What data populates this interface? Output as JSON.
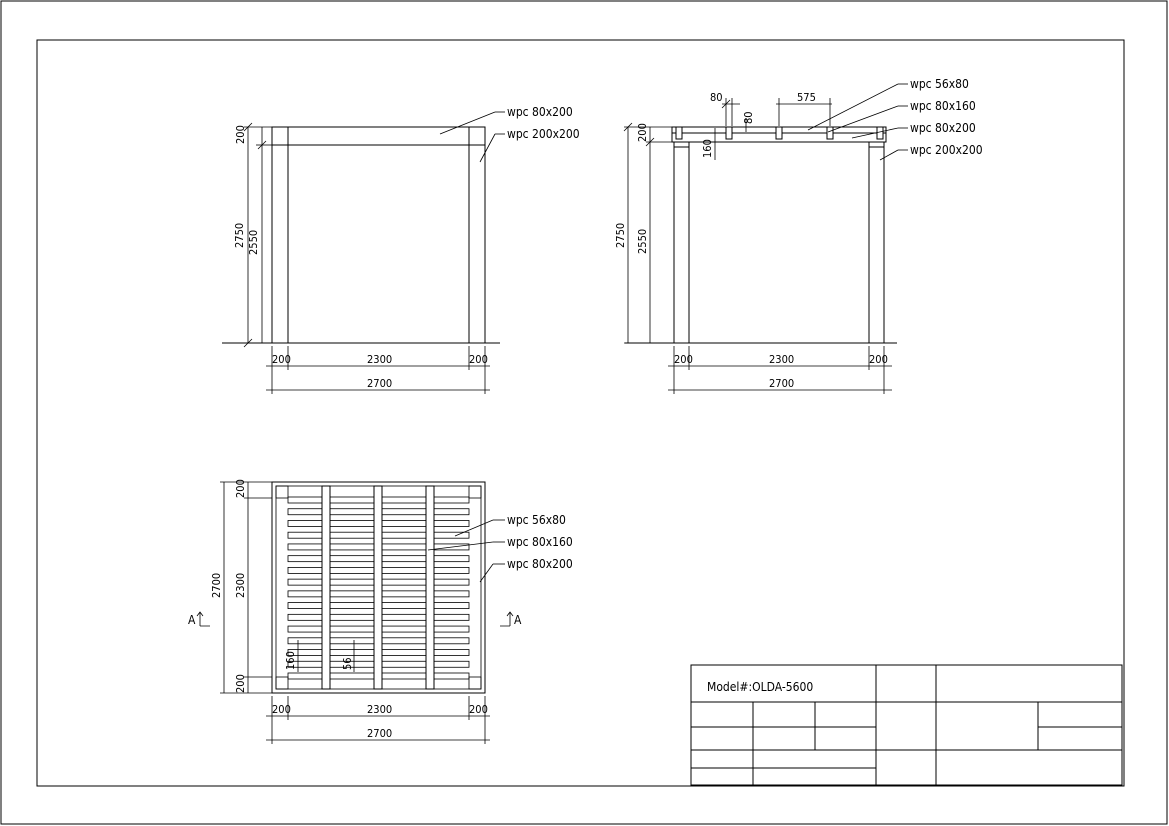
{
  "front_view": {
    "labels": [
      "wpc 80x200",
      "wpc 200x200"
    ],
    "dim_h": [
      "200",
      "2300",
      "200",
      "2700"
    ],
    "dim_v": [
      "200",
      "2750",
      "2550"
    ]
  },
  "side_view": {
    "labels": [
      "wpc 56x80",
      "wpc 80x160",
      "wpc 80x200",
      "wpc 200x200"
    ],
    "top_dims": [
      "80",
      "575",
      "80",
      "160"
    ],
    "dim_h": [
      "200",
      "2300",
      "200",
      "2700"
    ],
    "dim_v": [
      "200",
      "2750",
      "2550"
    ]
  },
  "plan_view": {
    "labels": [
      "wpc 56x80",
      "wpc 80x160",
      "wpc 80x200"
    ],
    "dim_h": [
      "200",
      "2300",
      "200",
      "2700"
    ],
    "dim_v": [
      "200",
      "2700",
      "2300",
      "200"
    ],
    "inner_dims": [
      "160",
      "56"
    ],
    "section_marks": [
      "A",
      "A"
    ]
  },
  "title_block": {
    "model": "Model#:OLDA-5600"
  }
}
